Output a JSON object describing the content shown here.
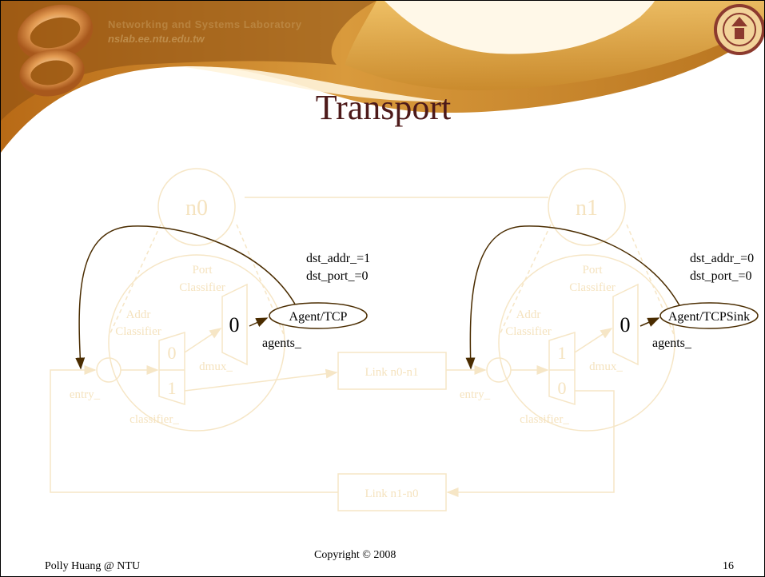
{
  "header": {
    "lab_name": "Networking and Systems Laboratory",
    "lab_url": "nslab.ee.ntu.edu.tw"
  },
  "slide": {
    "title": "Transport"
  },
  "diagram": {
    "node0": {
      "label": "n0",
      "port_classifier": [
        "Port",
        "Classifier"
      ],
      "addr_classifier": [
        "Addr",
        "Classifier"
      ],
      "addr_slots": [
        "0",
        "1"
      ],
      "port_slot": "0",
      "dmux": "dmux_",
      "entry": "entry_",
      "classifier": "classifier_",
      "agents": "agents_",
      "agent": "Agent/TCP",
      "dst_addr": "dst_addr_=1",
      "dst_port": "dst_port_=0"
    },
    "node1": {
      "label": "n1",
      "port_classifier": [
        "Port",
        "Classifier"
      ],
      "addr_classifier": [
        "Addr",
        "Classifier"
      ],
      "addr_slots": [
        "1",
        "0"
      ],
      "port_slot": "0",
      "dmux": "dmux_",
      "entry": "entry_",
      "classifier": "classifier_",
      "agents": "agents_",
      "agent": "Agent/TCPSink",
      "dst_addr": "dst_addr_=0",
      "dst_port": "dst_port_=0"
    },
    "link_forward": "Link n0-n1",
    "link_reverse": "Link n1-n0"
  },
  "footer": {
    "author": "Polly Huang @ NTU",
    "copyright": "Copyright © 2008",
    "page_number": "16"
  },
  "colors": {
    "faint_line": "#f6e6c6",
    "agent_arrow": "#4a2c00",
    "title": "#4d1a1a",
    "header_gold": "#c8862a"
  }
}
